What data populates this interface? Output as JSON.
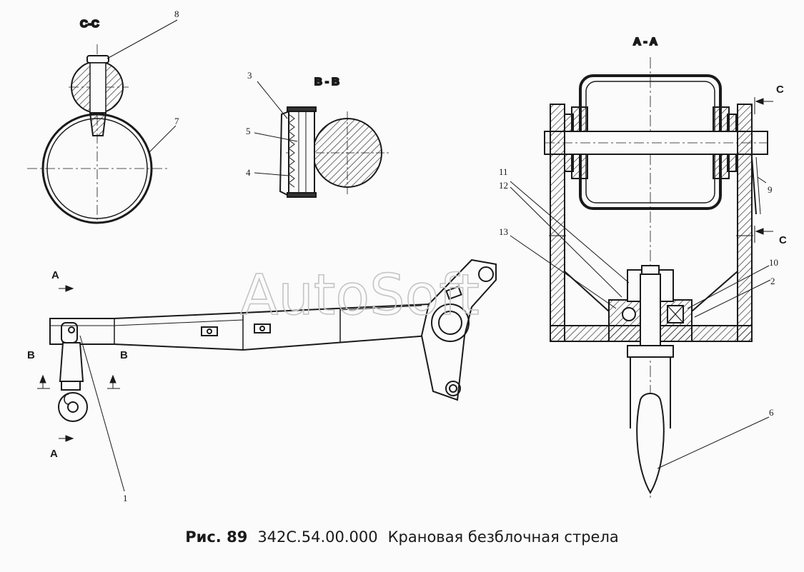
{
  "sections": {
    "cc": "C-C",
    "bb": "B - B",
    "aa": "A - A"
  },
  "markers": {
    "a": "A",
    "b": "B",
    "c": "C"
  },
  "callouts": [
    "1",
    "2",
    "3",
    "4",
    "5",
    "6",
    "7",
    "8",
    "9",
    "10",
    "11",
    "12",
    "13"
  ],
  "watermark": "AutoSoft",
  "caption": {
    "prefix": "Рис. 89",
    "code": "342С.54.00.000",
    "title": "Крановая безблочная стрела"
  }
}
